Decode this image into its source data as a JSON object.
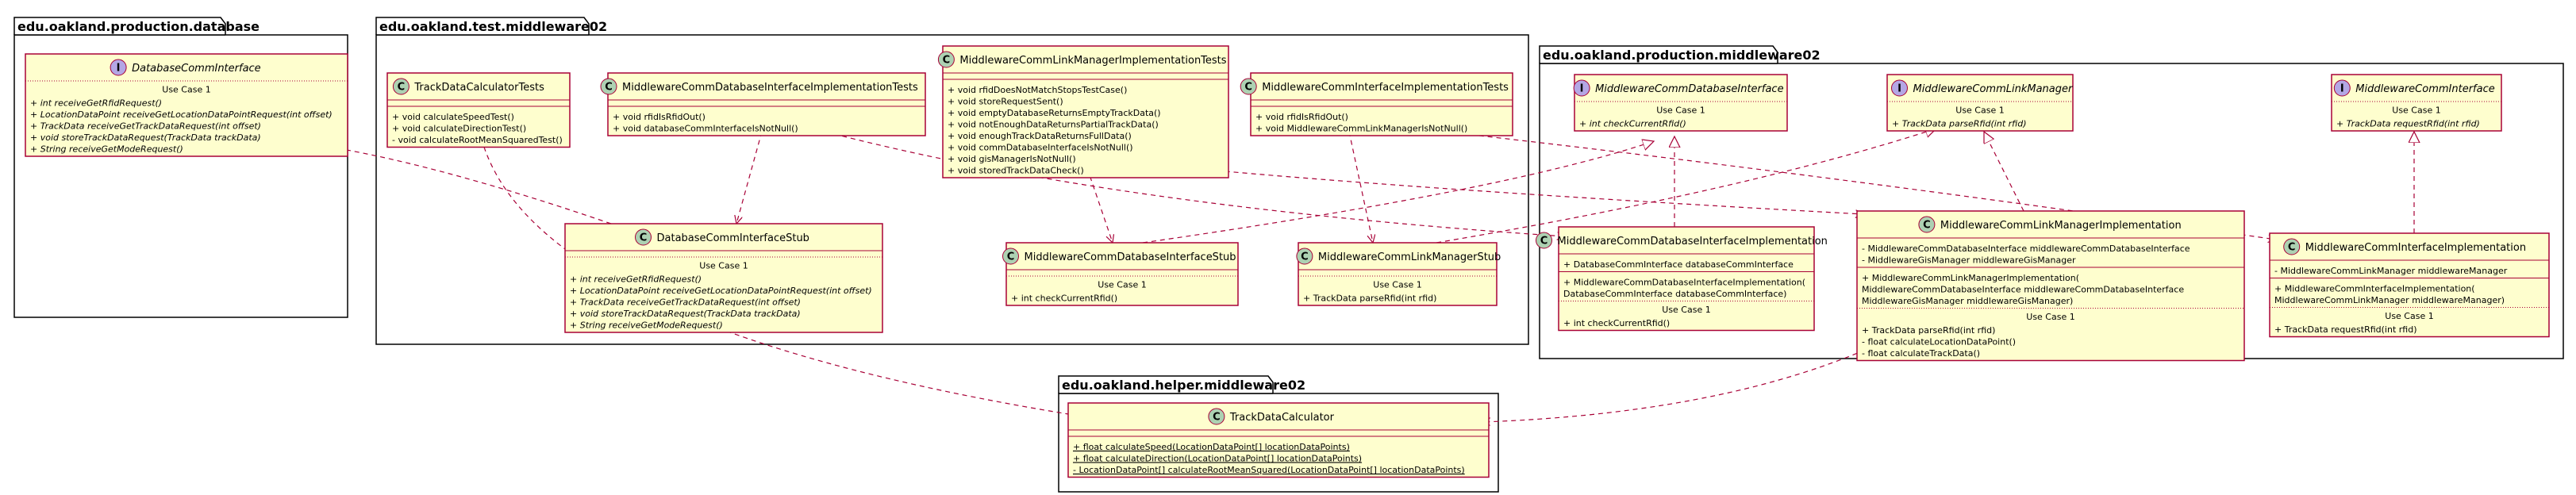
{
  "colors": {
    "class_fill": "#FEFECE",
    "class_border": "#A80036",
    "arrow": "#A80036",
    "package_fill": "#FFFFFF",
    "package_border": "#000000",
    "interface_badge": "#B4A7E5",
    "class_badge": "#ADD1B2"
  },
  "packages": [
    {
      "id": "pkg-db",
      "title": "edu.oakland.production.database"
    },
    {
      "id": "pkg-test",
      "title": "edu.oakland.test.middleware02"
    },
    {
      "id": "pkg-mw",
      "title": "edu.oakland.production.middleware02"
    },
    {
      "id": "pkg-helper",
      "title": "edu.oakland.helper.middleware02"
    }
  ],
  "classes": [
    {
      "id": "DatabaseCommInterface",
      "name": "DatabaseCommInterface",
      "kind": "interface",
      "italic": true,
      "sections": [
        {
          "label": "Use Case 1",
          "members": [
            {
              "text": "+ int receiveGetRfidRequest()",
              "style": "italic"
            },
            {
              "text": "+ LocationDataPoint receiveGetLocationDataPointRequest(int offset)",
              "style": "italic"
            },
            {
              "text": "+ TrackData receiveGetTrackDataRequest(int offset)",
              "style": "italic"
            },
            {
              "text": "+ void storeTrackDataRequest(TrackData trackData)",
              "style": "italic"
            },
            {
              "text": "+ String receiveGetModeRequest()",
              "style": "italic"
            }
          ]
        }
      ]
    },
    {
      "id": "TrackDataCalculatorTests",
      "name": "TrackDataCalculatorTests",
      "kind": "class",
      "sections": [
        {
          "label": "",
          "members": []
        },
        {
          "label": "",
          "members": [
            {
              "text": "+ void calculateSpeedTest()"
            },
            {
              "text": "+ void calculateDirectionTest()"
            },
            {
              "text": "- void calculateRootMeanSquaredTest()"
            }
          ]
        }
      ]
    },
    {
      "id": "MiddlewareCommDatabaseInterfaceImplementationTests",
      "name": "MiddlewareCommDatabaseInterfaceImplementationTests",
      "kind": "class",
      "sections": [
        {
          "label": "",
          "members": []
        },
        {
          "label": "",
          "members": [
            {
              "text": "+ void rfidIsRfidOut()"
            },
            {
              "text": "+ void databaseCommInterfaceIsNotNull()"
            }
          ]
        }
      ]
    },
    {
      "id": "MiddlewareCommLinkManagerImplementationTests",
      "name": "MiddlewareCommLinkManagerImplementationTests",
      "kind": "class",
      "sections": [
        {
          "label": "",
          "members": []
        },
        {
          "label": "",
          "members": [
            {
              "text": "+ void rfidDoesNotMatchStopsTestCase()"
            },
            {
              "text": "+ void storeRequestSent()"
            },
            {
              "text": "+ void emptyDatabaseReturnsEmptyTrackData()"
            },
            {
              "text": "+ void notEnoughDataReturnsPartialTrackData()"
            },
            {
              "text": "+ void enoughTrackDataReturnsFullData()"
            },
            {
              "text": "+ void commDatabaseInterfaceIsNotNull()"
            },
            {
              "text": "+ void gisManagerIsNotNull()"
            },
            {
              "text": "+ void storedTrackDataCheck()"
            }
          ]
        }
      ]
    },
    {
      "id": "MiddlewareCommInterfaceImplementationTests",
      "name": "MiddlewareCommInterfaceImplementationTests",
      "kind": "class",
      "sections": [
        {
          "label": "",
          "members": []
        },
        {
          "label": "",
          "members": [
            {
              "text": "+ void rfidIsRfidOut()"
            },
            {
              "text": "+ void MiddlewareCommLinkManagerIsNotNull()"
            }
          ]
        }
      ]
    },
    {
      "id": "DatabaseCommInterfaceStub",
      "name": "DatabaseCommInterfaceStub",
      "kind": "class",
      "sections": [
        {
          "label": "",
          "members": []
        },
        {
          "label": "Use Case 1",
          "members": [
            {
              "text": "+ int receiveGetRfidRequest()",
              "style": "italic"
            },
            {
              "text": "+ LocationDataPoint receiveGetLocationDataPointRequest(int offset)",
              "style": "italic"
            },
            {
              "text": "+ TrackData receiveGetTrackDataRequest(int offset)",
              "style": "italic"
            },
            {
              "text": "+ void storeTrackDataRequest(TrackData trackData)",
              "style": "italic"
            },
            {
              "text": "+ String receiveGetModeRequest()",
              "style": "italic"
            }
          ]
        }
      ]
    },
    {
      "id": "MiddlewareCommDatabaseInterfaceStub",
      "name": "MiddlewareCommDatabaseInterfaceStub",
      "kind": "class",
      "sections": [
        {
          "label": "",
          "members": []
        },
        {
          "label": "Use Case 1",
          "members": [
            {
              "text": "+ int checkCurrentRfid()"
            }
          ]
        }
      ]
    },
    {
      "id": "MiddlewareCommLinkManagerStub",
      "name": "MiddlewareCommLinkManagerStub",
      "kind": "class",
      "sections": [
        {
          "label": "",
          "members": []
        },
        {
          "label": "Use Case 1",
          "members": [
            {
              "text": "+ TrackData parseRfid(int rfid)"
            }
          ]
        }
      ]
    },
    {
      "id": "MiddlewareCommDatabaseInterface",
      "name": "MiddlewareCommDatabaseInterface",
      "kind": "interface",
      "italic": true,
      "sections": [
        {
          "label": "Use Case 1",
          "members": [
            {
              "text": "+ int checkCurrentRfid()",
              "style": "italic"
            }
          ]
        }
      ]
    },
    {
      "id": "MiddlewareCommLinkManager",
      "name": "MiddlewareCommLinkManager",
      "kind": "interface",
      "italic": true,
      "sections": [
        {
          "label": "Use Case 1",
          "members": [
            {
              "text": "+ TrackData parseRfid(int rfid)",
              "style": "italic"
            }
          ]
        }
      ]
    },
    {
      "id": "MiddlewareCommInterface",
      "name": "MiddlewareCommInterface",
      "kind": "interface",
      "italic": true,
      "sections": [
        {
          "label": "Use Case 1",
          "members": [
            {
              "text": "+ TrackData requestRfid(int rfid)",
              "style": "italic"
            }
          ]
        }
      ]
    },
    {
      "id": "MiddlewareCommDatabaseInterfaceImplementation",
      "name": "MiddlewareCommDatabaseInterfaceImplementation",
      "kind": "class",
      "sections": [
        {
          "label": "",
          "members": [
            {
              "text": "+ DatabaseCommInterface databaseCommInterface"
            }
          ]
        },
        {
          "label": "",
          "members": [
            {
              "text": "+ MiddlewareCommDatabaseInterfaceImplementation("
            },
            {
              "text": "        DatabaseCommInterface databaseCommInterface)"
            }
          ]
        },
        {
          "label": "Use Case 1",
          "members": [
            {
              "text": "+ int checkCurrentRfid()"
            }
          ]
        }
      ]
    },
    {
      "id": "MiddlewareCommLinkManagerImplementation",
      "name": "MiddlewareCommLinkManagerImplementation",
      "kind": "class",
      "sections": [
        {
          "label": "",
          "members": [
            {
              "text": "- MiddlewareCommDatabaseInterface middlewareCommDatabaseInterface"
            },
            {
              "text": "- MiddlewareGisManager middlewareGisManager"
            }
          ]
        },
        {
          "label": "",
          "members": [
            {
              "text": "+ MiddlewareCommLinkManagerImplementation("
            },
            {
              "text": "        MiddlewareCommDatabaseInterface middlewareCommDatabaseInterface"
            },
            {
              "text": "        MiddlewareGisManager middlewareGisManager)"
            }
          ]
        },
        {
          "label": "Use Case 1",
          "members": [
            {
              "text": "+ TrackData parseRfid(int rfid)"
            },
            {
              "text": "- float calculateLocationDataPoint()"
            },
            {
              "text": "- float calculateTrackData()"
            }
          ]
        }
      ]
    },
    {
      "id": "MiddlewareCommInterfaceImplementation",
      "name": "MiddlewareCommInterfaceImplementation",
      "kind": "class",
      "sections": [
        {
          "label": "",
          "members": [
            {
              "text": "- MiddlewareCommLinkManager middlewareManager"
            }
          ]
        },
        {
          "label": "",
          "members": [
            {
              "text": "+ MiddlewareCommInterfaceImplementation("
            },
            {
              "text": "        MiddlewareCommLinkManager middlewareManager)"
            }
          ]
        },
        {
          "label": "Use Case 1",
          "members": [
            {
              "text": "+ TrackData requestRfid(int rfid)"
            }
          ]
        }
      ]
    },
    {
      "id": "TrackDataCalculator",
      "name": "TrackDataCalculator",
      "kind": "class",
      "sections": [
        {
          "label": "",
          "members": []
        },
        {
          "label": "",
          "members": [
            {
              "text": "+ float calculateSpeed(LocationDataPoint[] locationDataPoints)",
              "style": "underline"
            },
            {
              "text": "+ float calculateDirection(LocationDataPoint[] locationDataPoints)",
              "style": "underline"
            },
            {
              "text": "- LocationDataPoint[] calculateRootMeanSquared(LocationDataPoint[] locationDataPoints)",
              "style": "underline"
            }
          ]
        }
      ]
    }
  ],
  "relations": [
    {
      "from": "DatabaseCommInterfaceStub",
      "to": "DatabaseCommInterface",
      "type": "realization"
    },
    {
      "from": "TrackDataCalculatorTests",
      "to": "TrackDataCalculator",
      "type": "dependency"
    },
    {
      "from": "MiddlewareCommDatabaseInterfaceImplementationTests",
      "to": "DatabaseCommInterfaceStub",
      "type": "dependency"
    },
    {
      "from": "MiddlewareCommDatabaseInterfaceImplementationTests",
      "to": "MiddlewareCommDatabaseInterfaceImplementation",
      "type": "dependency"
    },
    {
      "from": "MiddlewareCommLinkManagerImplementationTests",
      "to": "MiddlewareCommDatabaseInterfaceStub",
      "type": "dependency"
    },
    {
      "from": "MiddlewareCommLinkManagerImplementationTests",
      "to": "MiddlewareCommLinkManagerImplementation",
      "type": "dependency"
    },
    {
      "from": "MiddlewareCommInterfaceImplementationTests",
      "to": "MiddlewareCommLinkManagerStub",
      "type": "dependency"
    },
    {
      "from": "MiddlewareCommInterfaceImplementationTests",
      "to": "MiddlewareCommInterfaceImplementation",
      "type": "dependency"
    },
    {
      "from": "MiddlewareCommDatabaseInterfaceStub",
      "to": "MiddlewareCommDatabaseInterface",
      "type": "realization"
    },
    {
      "from": "MiddlewareCommLinkManagerStub",
      "to": "MiddlewareCommLinkManager",
      "type": "realization"
    },
    {
      "from": "MiddlewareCommDatabaseInterfaceImplementation",
      "to": "MiddlewareCommDatabaseInterface",
      "type": "realization"
    },
    {
      "from": "MiddlewareCommLinkManagerImplementation",
      "to": "MiddlewareCommLinkManager",
      "type": "realization"
    },
    {
      "from": "MiddlewareCommInterfaceImplementation",
      "to": "MiddlewareCommInterface",
      "type": "realization"
    },
    {
      "from": "MiddlewareCommLinkManagerImplementation",
      "to": "TrackDataCalculator",
      "type": "dependency"
    }
  ]
}
